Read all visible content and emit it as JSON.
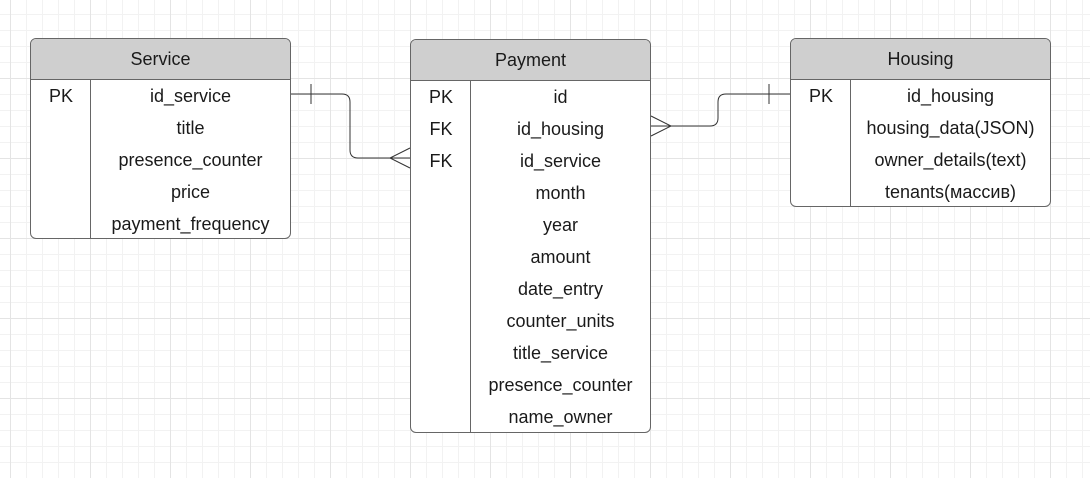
{
  "entities": {
    "service": {
      "title": "Service",
      "rows": [
        {
          "key": "PK",
          "field": "id_service"
        },
        {
          "key": "",
          "field": "title"
        },
        {
          "key": "",
          "field": "presence_counter"
        },
        {
          "key": "",
          "field": "price"
        },
        {
          "key": "",
          "field": "payment_frequency"
        }
      ]
    },
    "payment": {
      "title": "Payment",
      "rows": [
        {
          "key": "PK",
          "field": "id"
        },
        {
          "key": "FK",
          "field": "id_housing"
        },
        {
          "key": "FK",
          "field": "id_service"
        },
        {
          "key": "",
          "field": "month"
        },
        {
          "key": "",
          "field": "year"
        },
        {
          "key": "",
          "field": "amount"
        },
        {
          "key": "",
          "field": "date_entry"
        },
        {
          "key": "",
          "field": "counter_units"
        },
        {
          "key": "",
          "field": "title_service"
        },
        {
          "key": "",
          "field": "presence_counter"
        },
        {
          "key": "",
          "field": "name_owner"
        }
      ]
    },
    "housing": {
      "title": "Housing",
      "rows": [
        {
          "key": "PK",
          "field": "id_housing"
        },
        {
          "key": "",
          "field": "housing_data(JSON)"
        },
        {
          "key": "",
          "field": "owner_details(text)"
        },
        {
          "key": "",
          "field": "tenants(массив)"
        }
      ]
    }
  },
  "relationships": [
    {
      "from": "Service.id_service",
      "to": "Payment.id_service",
      "from_end": "one",
      "to_end": "many"
    },
    {
      "from": "Housing.id_housing",
      "to": "Payment.id_housing",
      "from_end": "one",
      "to_end": "many"
    }
  ]
}
